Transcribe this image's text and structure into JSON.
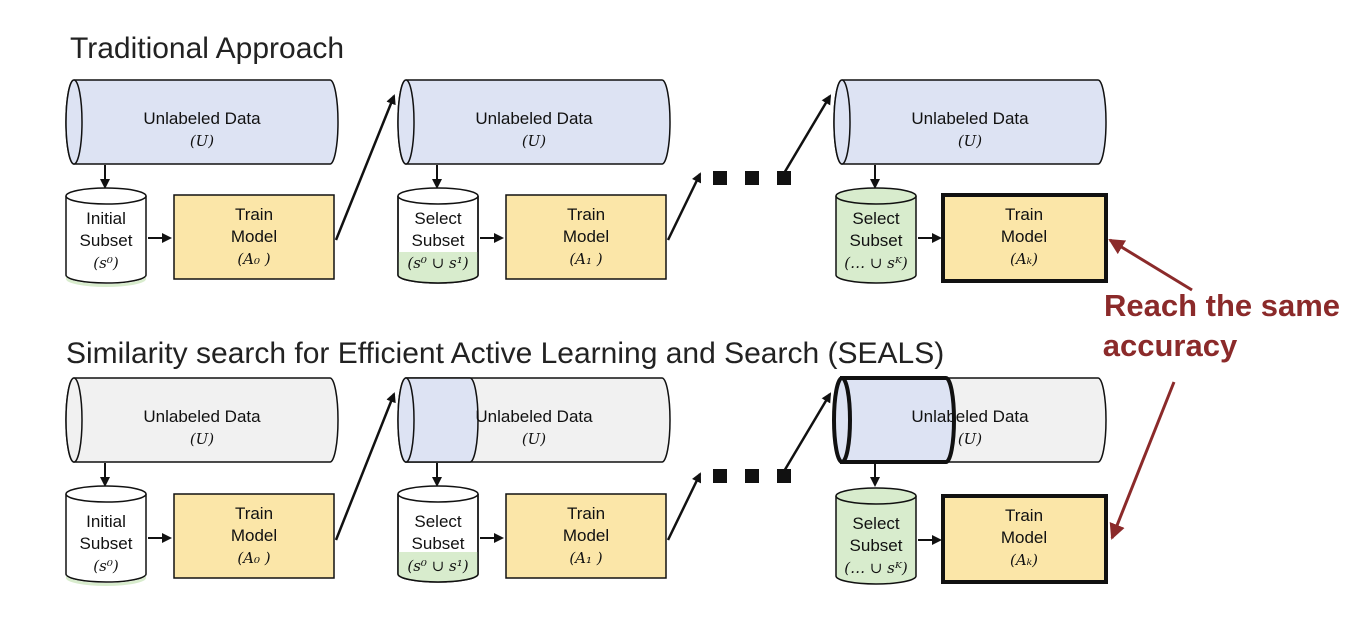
{
  "titles": {
    "traditional": "Traditional Approach",
    "seals": "Similarity search for Efficient Active Learning and Search (SEALS)"
  },
  "unlabeled": {
    "label": "Unlabeled Data",
    "symbol": "(U)"
  },
  "subsets": {
    "initial": {
      "line1": "Initial",
      "line2": "Subset",
      "sym": "(s⁰)"
    },
    "select1": {
      "line1": "Select",
      "line2": "Subset",
      "sym": "(s⁰ ∪ s¹)"
    },
    "selectK": {
      "line1": "Select",
      "line2": "Subset",
      "sym": "(… ∪ sᴷ)"
    }
  },
  "train": {
    "line1": "Train",
    "line2": "Model",
    "a0": "(A₀ )",
    "a1": "(A₁ )",
    "aK": "(Aₖ)"
  },
  "callout": {
    "line1": "Reach the same",
    "line2": "accuracy"
  },
  "colors": {
    "traditional_pool": "#dde3f3",
    "seals_pool": "#f1f1f1",
    "seals_selected": "#dde3f3",
    "train_box": "#fbe6a8",
    "subset_fill": "#d8eccd",
    "callout": "#8B2A2A"
  }
}
